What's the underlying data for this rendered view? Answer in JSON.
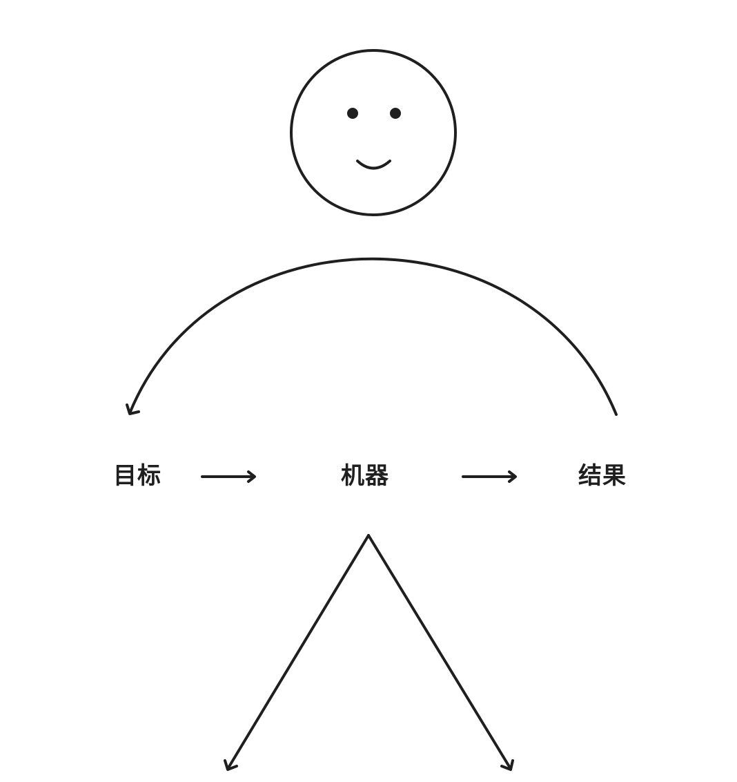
{
  "diagram": {
    "nodes": [
      {
        "id": "goal",
        "label": "目标"
      },
      {
        "id": "machine",
        "label": "机器"
      },
      {
        "id": "result",
        "label": "结果"
      }
    ],
    "edges": [
      {
        "from": "goal",
        "to": "machine"
      },
      {
        "from": "machine",
        "to": "result"
      },
      {
        "from": "result",
        "to": "goal",
        "style": "curved-feedback"
      }
    ],
    "figure": "smiley-face-head"
  },
  "colors": {
    "stroke": "#1f1f1f",
    "background": "#ffffff"
  }
}
